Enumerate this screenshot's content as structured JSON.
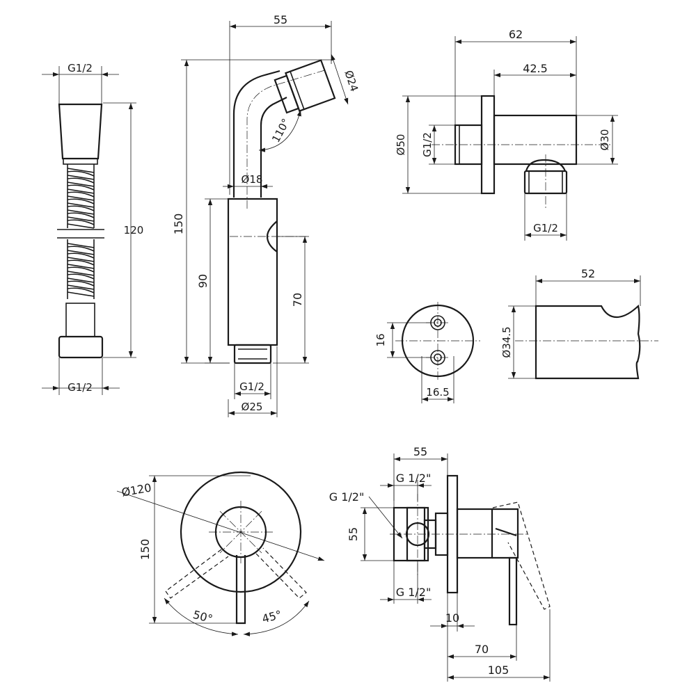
{
  "dimensions": {
    "hose_thread_top": "G1/2",
    "hose_thread_bottom": "G1/2",
    "hose_length": "120",
    "handshower_width": "55",
    "handshower_head_dia": "Ø24",
    "handshower_angle": "110°",
    "handshower_neck_dia": "Ø18",
    "handshower_total_height": "150",
    "handshower_body_height": "90",
    "handshower_button_height": "70",
    "handshower_thread": "G1/2",
    "handshower_body_dia": "Ø25",
    "elbow_depth": "62",
    "elbow_body_depth": "42.5",
    "elbow_flange_dia": "Ø50",
    "elbow_thread_in": "G1/2",
    "elbow_body_dia": "Ø30",
    "elbow_thread_out": "G1/2",
    "holder_hole_spacing": "16",
    "holder_width": "16.5",
    "holder_depth": "52",
    "holder_dia": "Ø34.5",
    "mixer_plate_dia": "Ø120",
    "mixer_plate_height": "150",
    "mixer_angle_left": "50°",
    "mixer_angle_right": "45°",
    "valve_width": "55",
    "valve_port_top": "G 1/2\"",
    "valve_port_side": "G 1/2\"",
    "valve_height": "55",
    "valve_port_bottom": "G 1/2\"",
    "valve_plate_offset": "10",
    "valve_lever_depth": "70",
    "valve_total_depth": "105"
  }
}
